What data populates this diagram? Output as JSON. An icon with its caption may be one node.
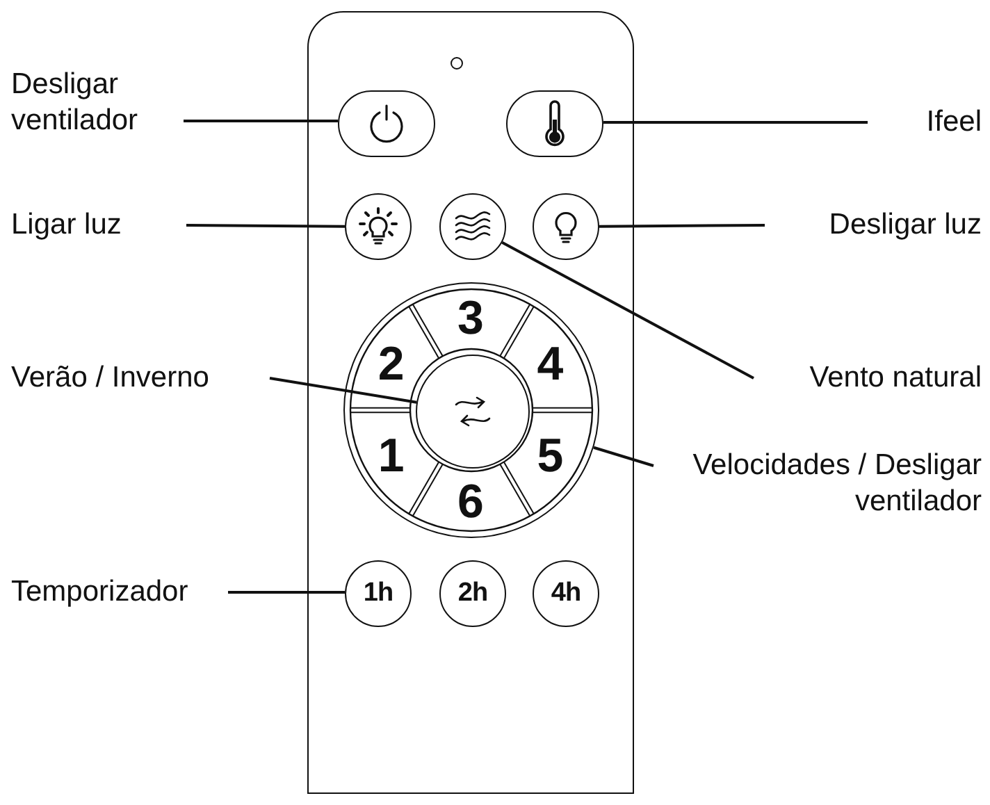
{
  "diagram": {
    "nodes": [
      {
        "text": [],
        "shape": "box"
      },
      {
        "text": [
          "Desligar ventilador"
        ]
      },
      {
        "text": [],
        "shape": "pill",
        "in": 0
      },
      {
        "text": [],
        "shape": "pill",
        "in": 0
      },
      {
        "text": [
          "Ifeel"
        ]
      },
      {
        "text": [
          "Ligar luz"
        ]
      },
      {
        "text": [],
        "shape": "circle",
        "in": 0
      },
      {
        "text": [],
        "shape": "circle",
        "in": 0
      },
      {
        "text": [],
        "shape": "circle",
        "in": 0
      },
      {
        "text": [
          "Desligar luz"
        ]
      },
      {
        "text": [],
        "shape": "circle",
        "in": 0
      },
      {
        "text": [],
        "shape": "circle",
        "in": 10
      },
      {
        "text": [
          "Verão / Inverno"
        ]
      },
      {
        "text": [
          "Vento natural"
        ]
      },
      {
        "text": [
          "Velocidades / Desligar ventilador"
        ]
      },
      {
        "text": [
          "Temporizador"
        ]
      },
      {
        "text": [
          "1h"
        ],
        "in": 0
      },
      {
        "text": [
          "2h"
        ],
        "in": 0
      },
      {
        "text": [
          "4h"
        ],
        "in": 0
      }
    ],
    "edges": [
      {
        "from": 1,
        "to": 2,
        "arrow": "none"
      },
      {
        "from": 4,
        "to": 3,
        "arrow": "none"
      },
      {
        "from": 5,
        "to": 6,
        "arrow": "none"
      },
      {
        "from": 9,
        "to": 8,
        "arrow": "none"
      },
      {
        "from": 13,
        "to": 7,
        "arrow": "none"
      },
      {
        "from": 12,
        "to": 11,
        "arrow": "none"
      },
      {
        "from": 14,
        "to": 10,
        "arrow": "none"
      },
      {
        "from": 15,
        "to": 16,
        "arrow": "none"
      }
    ],
    "labels": [
      "3",
      "2",
      "4",
      "1",
      "5",
      "6"
    ]
  }
}
